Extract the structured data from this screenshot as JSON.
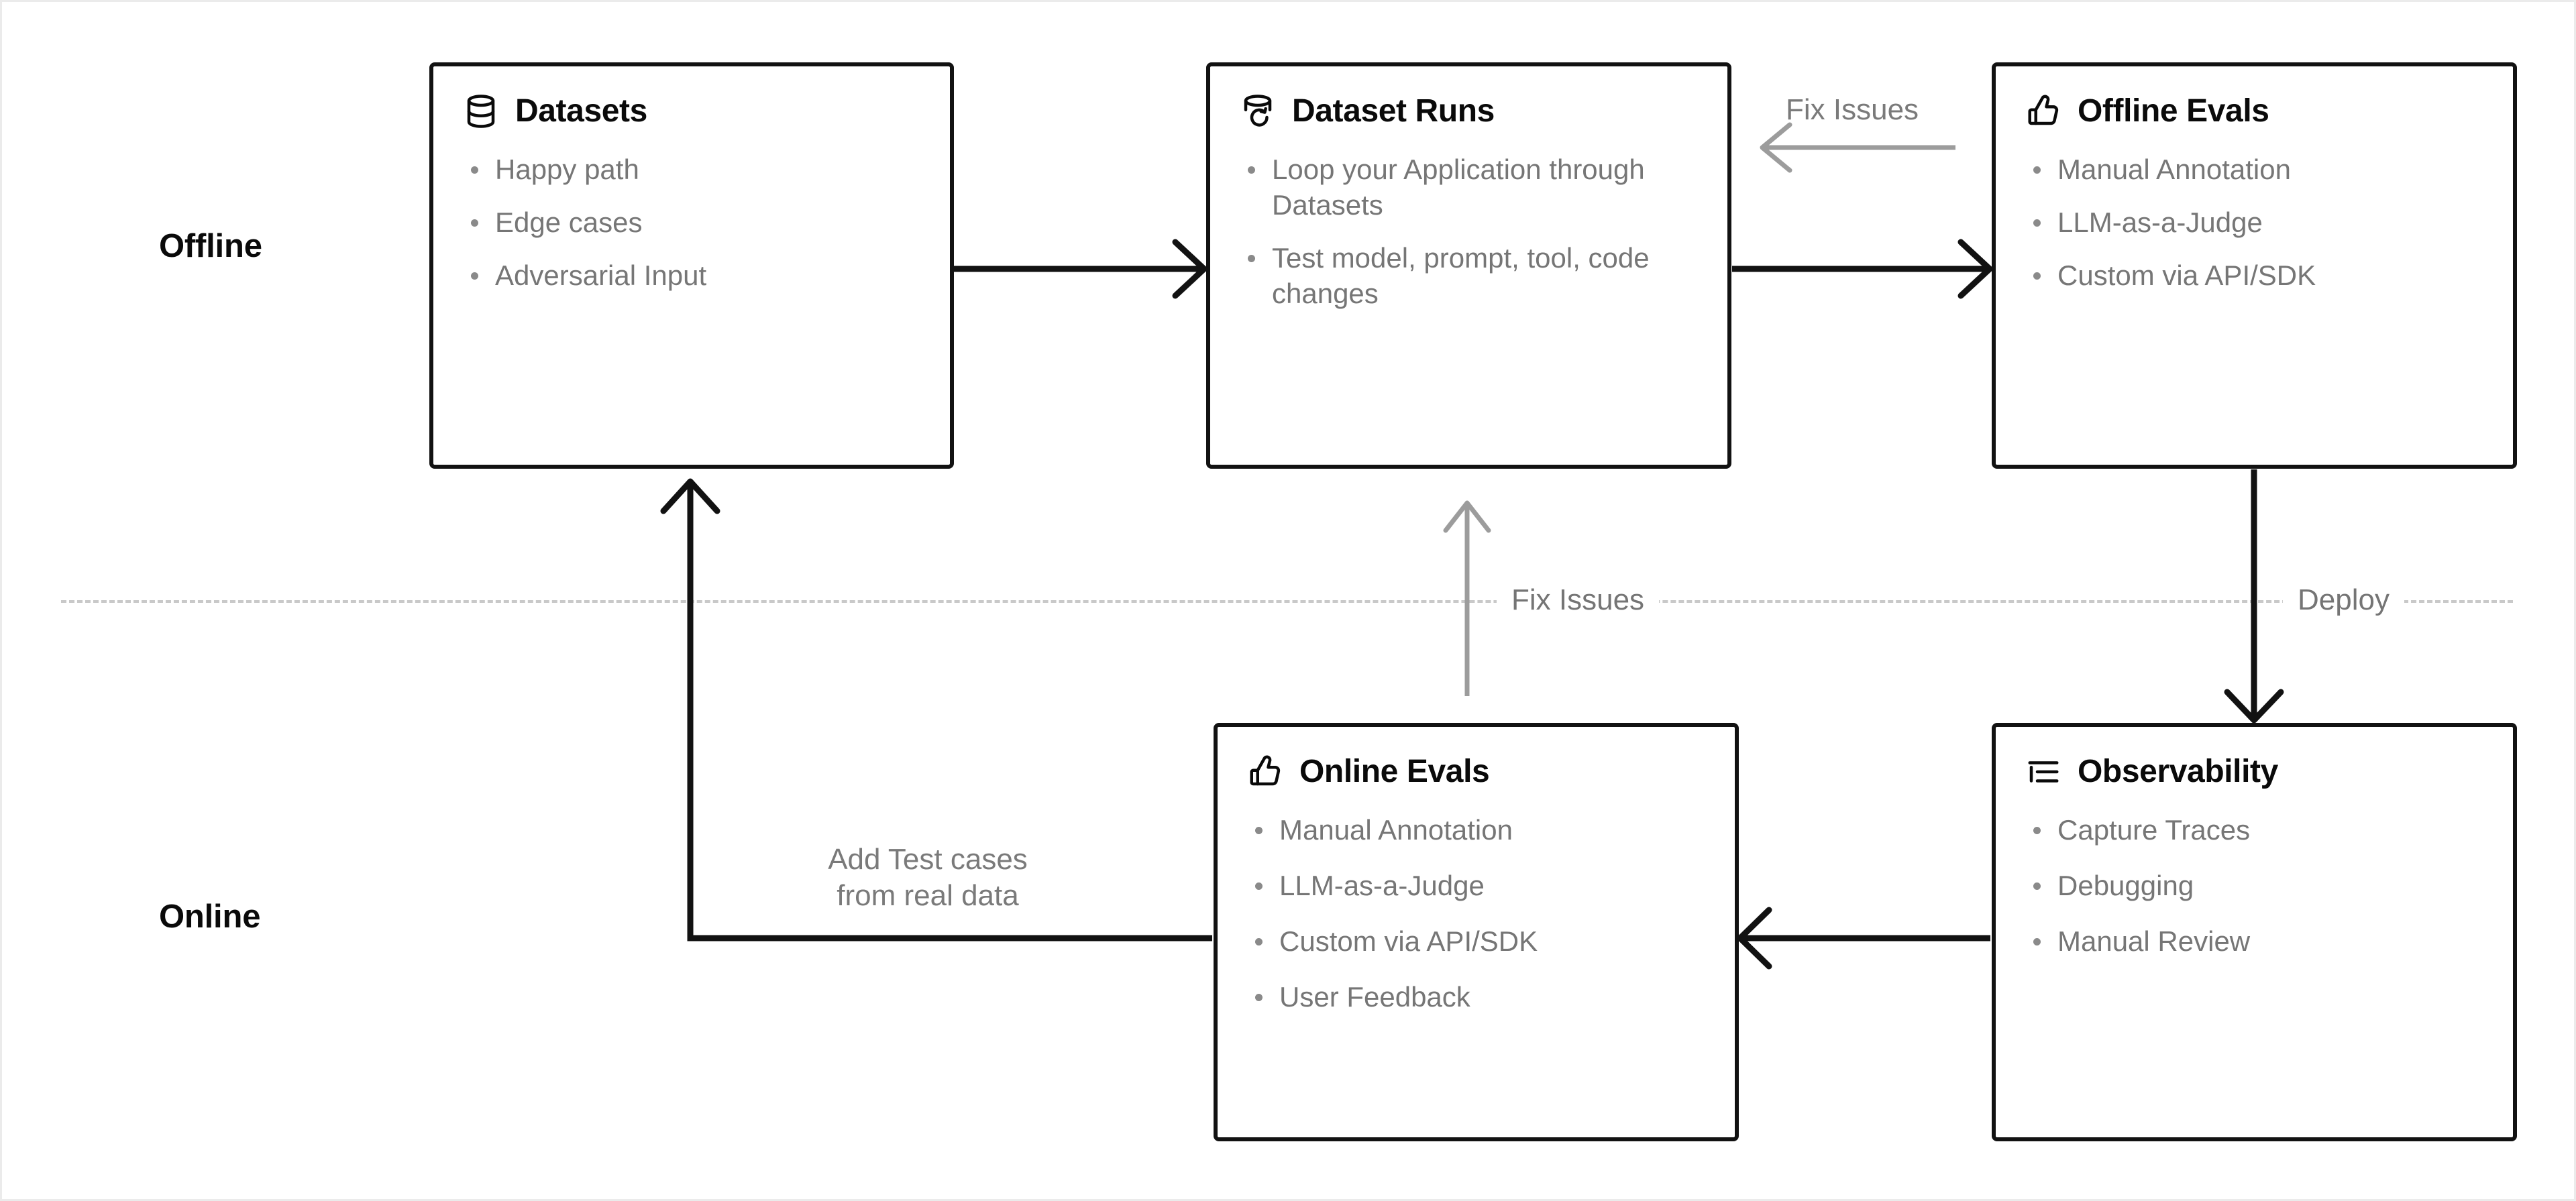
{
  "lanes": [
    {
      "id": "offline",
      "label": "Offline"
    },
    {
      "id": "online",
      "label": "Online"
    }
  ],
  "divider": {
    "style": "dashed",
    "color": "#c9c9c9",
    "labels": [
      {
        "id": "fix-issues",
        "text": "Fix Issues"
      },
      {
        "id": "deploy",
        "text": "Deploy"
      }
    ]
  },
  "nodes": [
    {
      "id": "datasets",
      "title": "Datasets",
      "icon": "database-icon",
      "lane": "offline",
      "items": [
        "Happy path",
        "Edge cases",
        "Adversarial Input"
      ]
    },
    {
      "id": "dataset-runs",
      "title": "Dataset Runs",
      "icon": "database-refresh-icon",
      "lane": "offline",
      "items": [
        "Loop your Application through Datasets",
        "Test model, prompt, tool, code changes"
      ]
    },
    {
      "id": "offline-evals",
      "title": "Offline Evals",
      "icon": "thumbs-up-icon",
      "lane": "offline",
      "items": [
        "Manual Annotation",
        "LLM-as-a-Judge",
        "Custom via API/SDK"
      ]
    },
    {
      "id": "online-evals",
      "title": "Online Evals",
      "icon": "thumbs-up-icon",
      "lane": "online",
      "items": [
        "Manual Annotation",
        "LLM-as-a-Judge",
        "Custom via API/SDK",
        "User Feedback"
      ]
    },
    {
      "id": "observability",
      "title": "Observability",
      "icon": "list-tree-icon",
      "lane": "online",
      "items": [
        "Capture Traces",
        "Debugging",
        "Manual Review"
      ]
    }
  ],
  "edges": [
    {
      "id": "datasets-to-runs",
      "from": "datasets",
      "to": "dataset-runs",
      "label": "",
      "color": "#121212"
    },
    {
      "id": "runs-to-offline-evals",
      "from": "dataset-runs",
      "to": "offline-evals",
      "label": "",
      "color": "#121212"
    },
    {
      "id": "offline-evals-to-runs",
      "from": "offline-evals",
      "to": "dataset-runs",
      "label": "Fix Issues",
      "color": "#9c9c9c"
    },
    {
      "id": "offline-evals-to-observability",
      "from": "offline-evals",
      "to": "observability",
      "label": "Deploy",
      "color": "#121212"
    },
    {
      "id": "observability-to-online-evals",
      "from": "observability",
      "to": "online-evals",
      "label": "",
      "color": "#121212"
    },
    {
      "id": "online-evals-to-datasets",
      "from": "online-evals",
      "to": "datasets",
      "label": "Add Test cases from real data",
      "color": "#121212"
    },
    {
      "id": "online-evals-to-runs",
      "from": "online-evals",
      "to": "dataset-runs",
      "label": "Fix Issues",
      "color": "#9c9c9c"
    }
  ],
  "edge_labels": {
    "fix_issues_top": "Fix Issues",
    "add_test_cases": "Add Test cases from real data"
  },
  "colors": {
    "node_border": "#121212",
    "node_title": "#0a0a0a",
    "node_item": "#767676",
    "arrow_primary": "#121212",
    "arrow_secondary": "#9c9c9c",
    "divider": "#c9c9c9",
    "canvas": "#ffffff"
  }
}
